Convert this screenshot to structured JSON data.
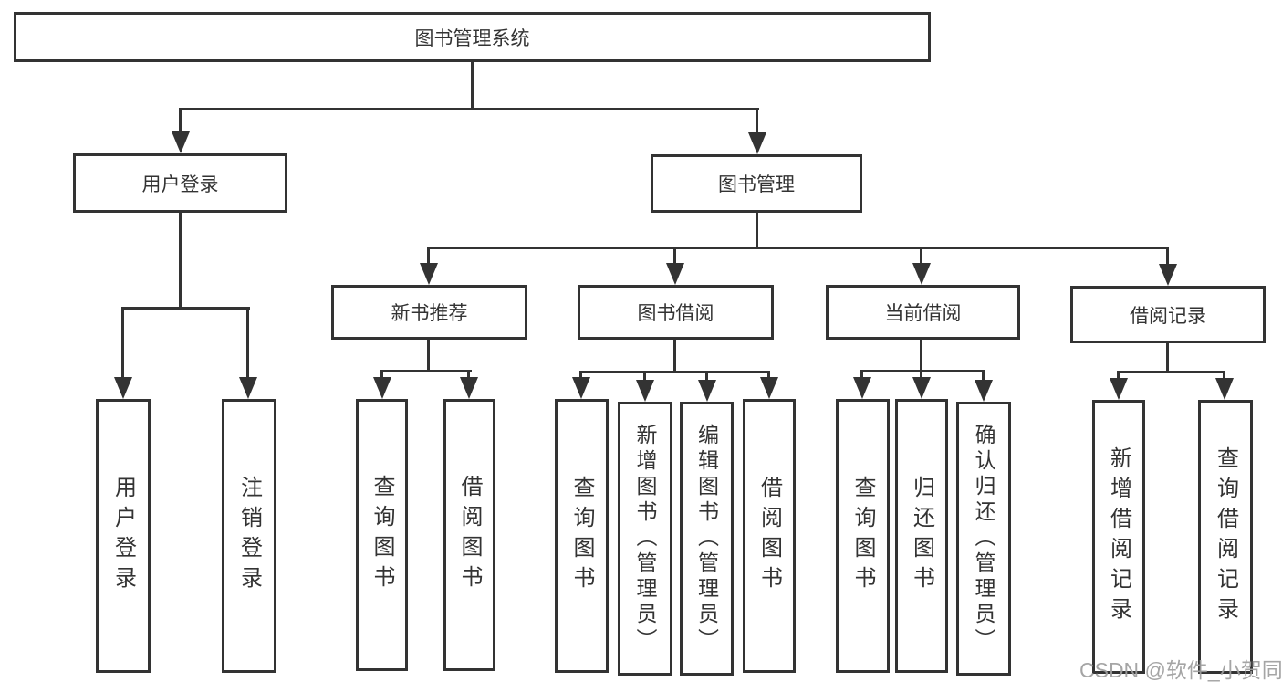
{
  "palette": {
    "line_color": "#333333",
    "text_color": "#333333",
    "background": "#ffffff",
    "watermark_color": "#9e9e9e"
  },
  "tree": {
    "root": {
      "label": "图书管理系统",
      "children": [
        {
          "label": "用户登录",
          "children": [
            {
              "label": "用户登录"
            },
            {
              "label": "注销登录"
            }
          ]
        },
        {
          "label": "图书管理",
          "children": [
            {
              "label": "新书推荐",
              "children": [
                {
                  "label": "查询图书"
                },
                {
                  "label": "借阅图书"
                }
              ]
            },
            {
              "label": "图书借阅",
              "children": [
                {
                  "label": "查询图书"
                },
                {
                  "label": "新增图书（管理员）"
                },
                {
                  "label": "编辑图书（管理员）"
                },
                {
                  "label": "借阅图书"
                }
              ]
            },
            {
              "label": "当前借阅",
              "children": [
                {
                  "label": "查询图书"
                },
                {
                  "label": "归还图书"
                },
                {
                  "label": "确认归还（管理员）"
                }
              ]
            },
            {
              "label": "借阅记录",
              "children": [
                {
                  "label": "新增借阅记录"
                },
                {
                  "label": "查询借阅记录"
                }
              ]
            }
          ]
        }
      ]
    }
  },
  "watermark": {
    "text": "CSDN @软件_小贺同学"
  }
}
